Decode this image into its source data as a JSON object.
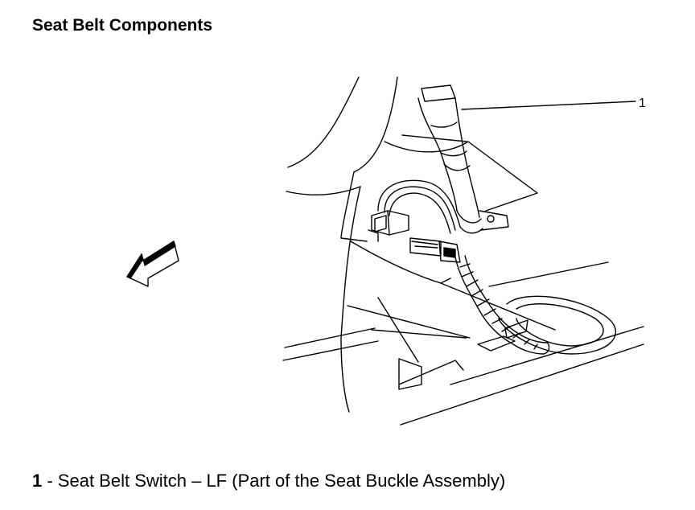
{
  "title": "Seat Belt Components",
  "callouts": [
    {
      "number": "1",
      "target_icon": "seat-buckle-icon"
    }
  ],
  "legend": [
    {
      "number": "1",
      "text": " - Seat Belt Switch – LF (Part of the Seat Buckle Assembly)"
    }
  ],
  "icons": [
    "seat-buckle-icon",
    "wiring-harness-icon",
    "connector-icon",
    "forward-arrow-icon",
    "seat-frame-icon",
    "floor-panel-icon"
  ],
  "colors": {
    "line": "#000000",
    "background": "#ffffff"
  }
}
